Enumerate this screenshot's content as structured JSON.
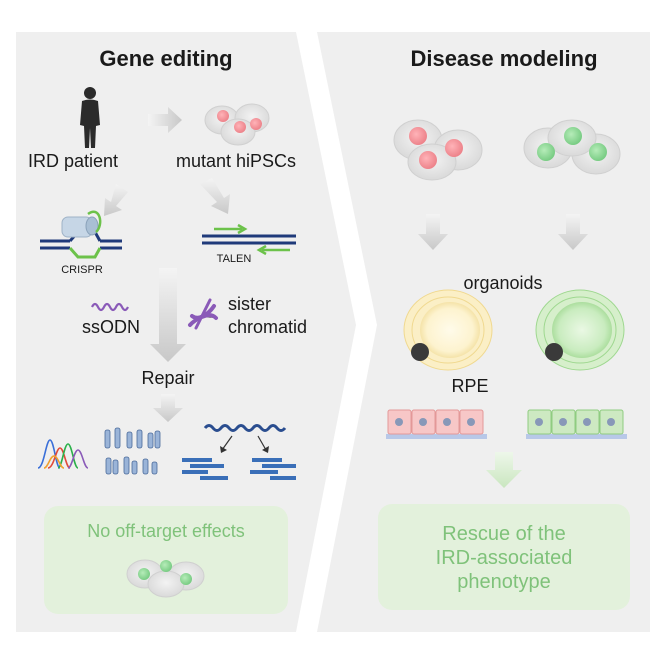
{
  "left_panel": {
    "title": "Gene editing",
    "patient_label": "IRD patient",
    "hipsc_label": "mutant hiPSCs",
    "crispr_label": "CRISPR",
    "talen_label": "TALEN",
    "ssodn_label": "ssODN",
    "sister_line1": "sister",
    "sister_line2": "chromatid",
    "repair_label": "Repair",
    "result_box": "No off-target effects"
  },
  "right_panel": {
    "title": "Disease modeling",
    "organoids_label": "organoids",
    "rpe_label": "RPE",
    "result_line1": "Rescue of the",
    "result_line2": "IRD-associated",
    "result_line3": "phenotype"
  },
  "colors": {
    "panel_bg": "#efefef",
    "result_box_bg": "#e3f1dc",
    "result_text": "#7fc27a",
    "mutant_nucleus": "#f08f95",
    "rescued_nucleus": "#8fd69a",
    "arrow": "#d2d2d2",
    "dna_blue": "#1f3a7a",
    "dna_green": "#6cc24a"
  }
}
